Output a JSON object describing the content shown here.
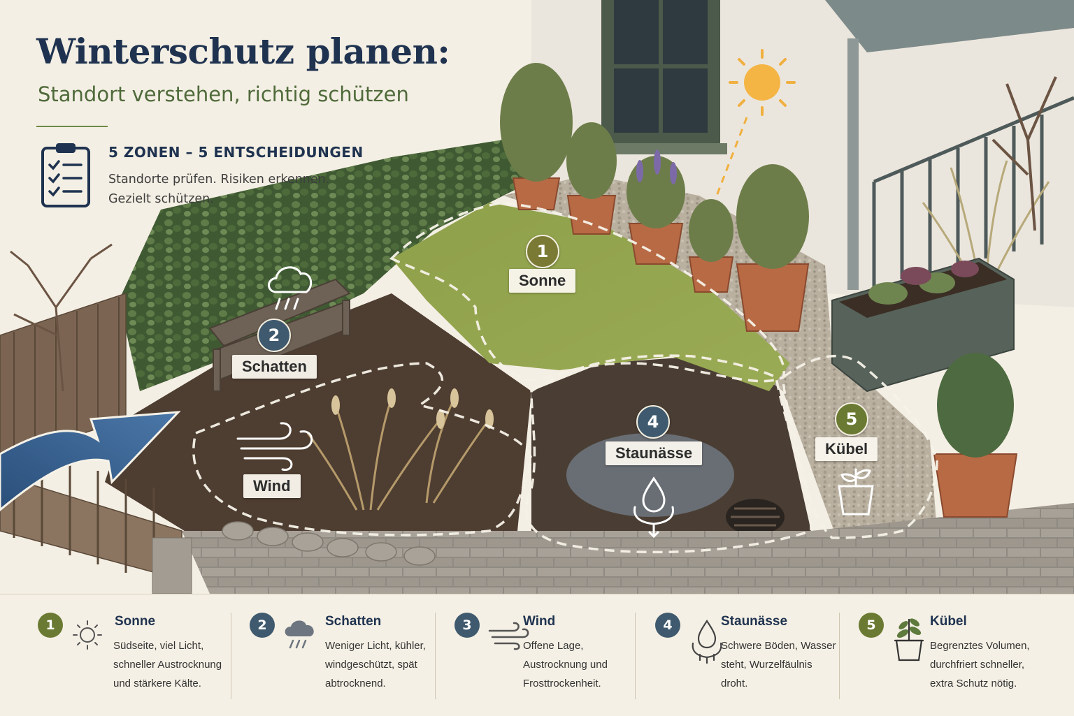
{
  "header": {
    "title": "Winterschutz planen:",
    "subtitle": "Standort verstehen, richtig schützen",
    "zones_heading": "5 ZONEN – 5 ENTSCHEIDUNGEN",
    "zones_text": "Standorte prüfen. Risiken erkennen. Gezielt schützen."
  },
  "zones": [
    {
      "number": "1",
      "label": "Sonne",
      "color": "#7a7a35"
    },
    {
      "number": "2",
      "label": "Schatten",
      "color": "#3f5a6e"
    },
    {
      "label": "Wind"
    },
    {
      "number": "4",
      "label": "Staunässe",
      "color": "#3f5a6e"
    },
    {
      "number": "5",
      "label": "Kübel",
      "color": "#6b7a32"
    }
  ],
  "legend": [
    {
      "number": "1",
      "title": "Sonne",
      "text": "Südseite, viel Licht, schneller Austrocknung und stärkere Kälte.",
      "icon": "sun-icon",
      "color": "#6b7a32"
    },
    {
      "number": "2",
      "title": "Schatten",
      "text": "Weniger Licht, kühler, windgeschützt, spät abtrocknend.",
      "icon": "rain-cloud-icon",
      "color": "#3f5a6e"
    },
    {
      "number": "3",
      "title": "Wind",
      "text": "Offene Lage, Austrocknung und Frosttrockenheit.",
      "icon": "wind-icon",
      "color": "#3f5a6e"
    },
    {
      "number": "4",
      "title": "Staunässe",
      "text": "Schwere Böden, Wasser steht, Wurzelfäulnis droht.",
      "icon": "water-drop-icon",
      "color": "#3f5a6e"
    },
    {
      "number": "5",
      "title": "Kübel",
      "text": "Begrenztes Volumen, durchfriert schneller, extra Schutz nötig.",
      "icon": "potted-plant-icon",
      "color": "#6b7a32"
    }
  ]
}
